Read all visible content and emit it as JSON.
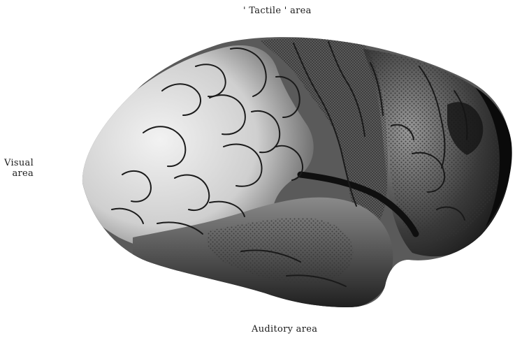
{
  "labels": {
    "tactile": "' Tactile ' area",
    "visual_line1": "Visual",
    "visual_line2": "area",
    "auditory": "Auditory area"
  },
  "colors": {
    "ink": "#1a1a1a",
    "cortex_light": "#e6e6e6",
    "cortex_mid": "#b5b5b5",
    "cortex_dark": "#2a2a2a",
    "stipple": "#3a3a3a"
  }
}
